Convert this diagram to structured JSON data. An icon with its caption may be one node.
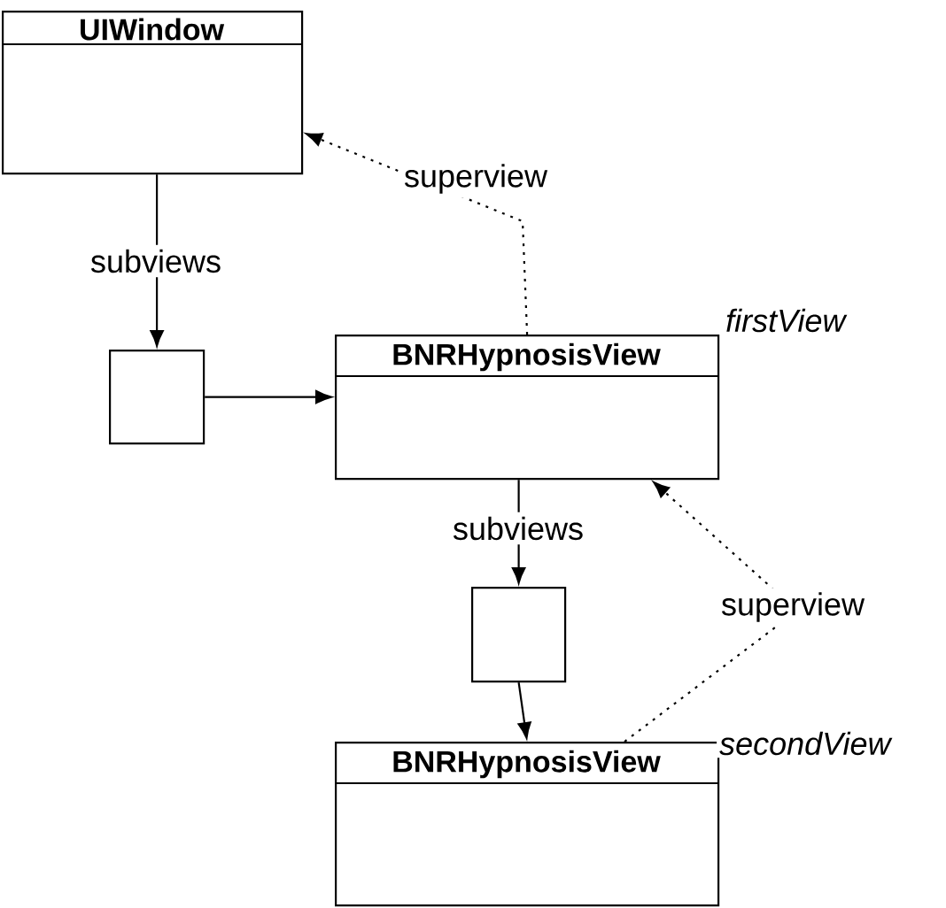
{
  "diagram": {
    "nodes": [
      {
        "text": [
          "UIWindow"
        ]
      },
      {
        "text": [],
        "shape": "box"
      },
      {
        "text": [
          "BNRHypnosisView"
        ],
        "beside": [
          "firstView"
        ]
      },
      {
        "text": [],
        "shape": "box"
      },
      {
        "text": [
          "BNRHypnosisView"
        ],
        "beside": [
          "secondView"
        ]
      }
    ],
    "edges": [
      {
        "from": 0,
        "to": 1,
        "arrow": "to",
        "label": "subviews"
      },
      {
        "from": 1,
        "to": 2,
        "arrow": "to"
      },
      {
        "from": 2,
        "to": 0,
        "arrow": "to",
        "label": "superview",
        "style": "dashed"
      },
      {
        "from": 2,
        "to": 3,
        "arrow": "to",
        "label": "subviews"
      },
      {
        "from": 3,
        "to": 4,
        "arrow": "to"
      },
      {
        "from": 4,
        "to": 2,
        "arrow": "to",
        "label": "superview",
        "style": "dashed"
      }
    ]
  }
}
